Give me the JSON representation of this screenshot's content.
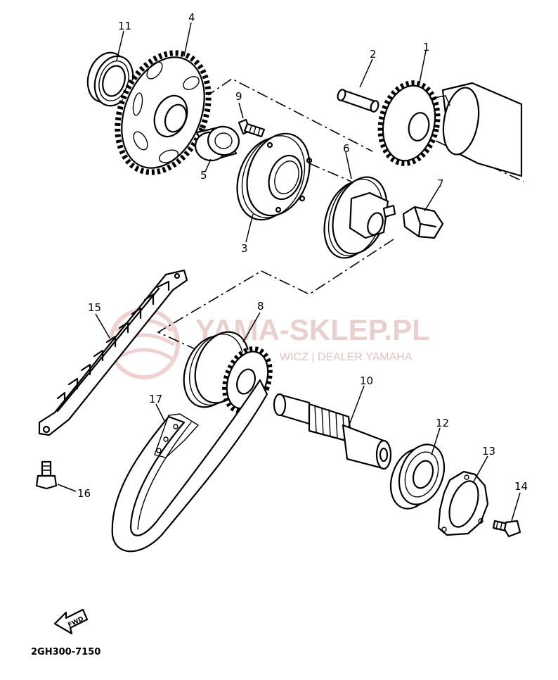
{
  "diagram": {
    "drawing_code": "2GH300-7150",
    "fwd_label": "FWD",
    "watermark": {
      "title": "YAMA-SKLEP.PL",
      "subtitle": "WICZ | DEALER YAMAHA"
    },
    "callouts": [
      "1",
      "2",
      "3",
      "4",
      "5",
      "6",
      "7",
      "8",
      "9",
      "10",
      "11",
      "12",
      "13",
      "14",
      "15",
      "16",
      "17"
    ]
  }
}
